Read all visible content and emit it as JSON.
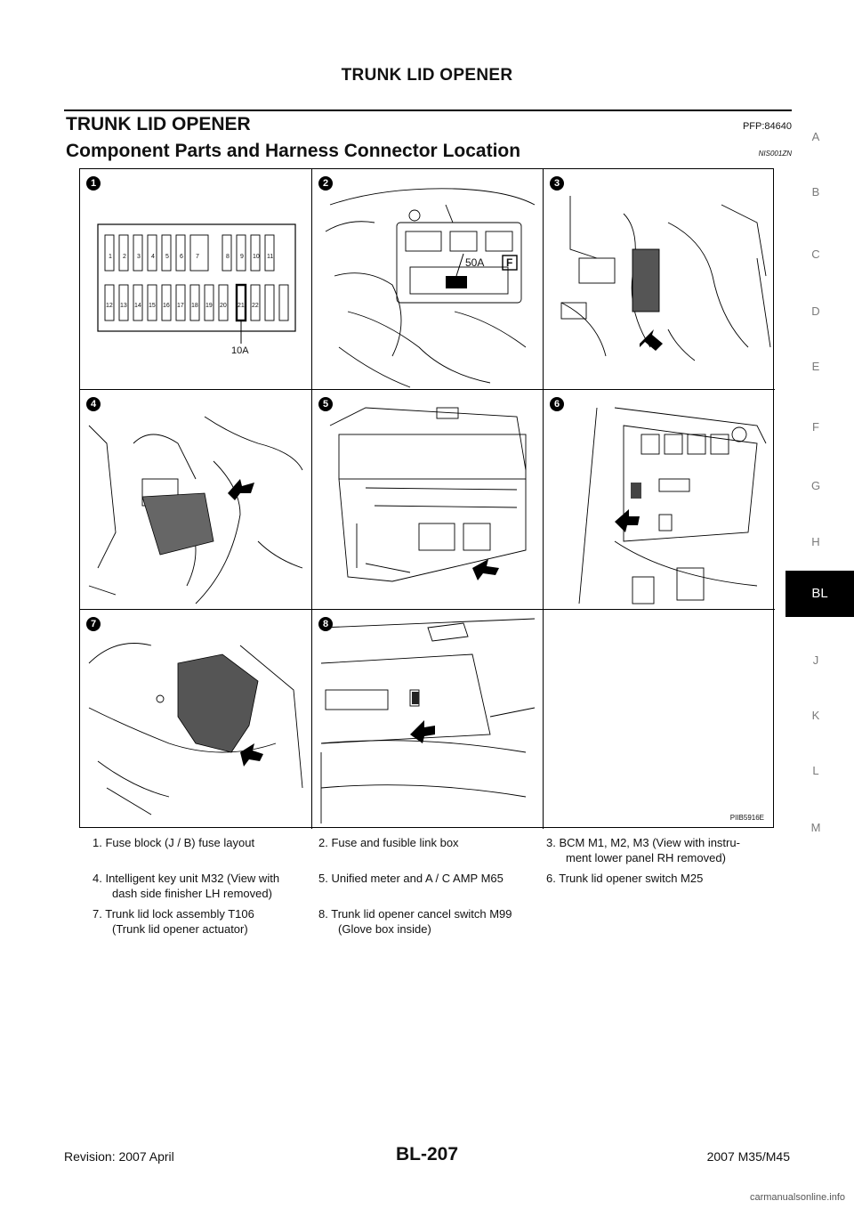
{
  "header": {
    "title": "TRUNK LID OPENER"
  },
  "section": {
    "title": "TRUNK LID OPENER",
    "code": "PFP:84640"
  },
  "subsection": {
    "title": "Component Parts and Harness Connector Location",
    "code": "NIS001ZN"
  },
  "sidebar": {
    "tabs": [
      "A",
      "B",
      "C",
      "D",
      "E",
      "F",
      "G",
      "H",
      "BL",
      "J",
      "K",
      "L",
      "M"
    ],
    "active": "BL"
  },
  "figure": {
    "id": "PIIB5916E",
    "badges": [
      "1",
      "2",
      "3",
      "4",
      "5",
      "6",
      "7",
      "8"
    ],
    "fuse_top_row": [
      "1",
      "2",
      "3",
      "4",
      "5",
      "6",
      "7",
      "8",
      "9",
      "10",
      "11"
    ],
    "fuse_bottom_row": [
      "12",
      "13",
      "14",
      "15",
      "16",
      "17",
      "18",
      "19",
      "20",
      "21",
      "22"
    ],
    "fuse_callout": "10A",
    "fusible_callout": "50A",
    "fusible_letter": "F"
  },
  "captions": [
    {
      "num": "1.",
      "text": "Fuse block (J / B) fuse layout"
    },
    {
      "num": "2.",
      "text": "Fuse and fusible link box"
    },
    {
      "num": "3.",
      "text": "BCM M1, M2, M3 (View with instru-",
      "text2": "ment lower panel RH removed)"
    },
    {
      "num": "4.",
      "text": "Intelligent key unit M32 (View with",
      "text2": "dash side finisher LH removed)"
    },
    {
      "num": "5.",
      "text": "Unified meter and A / C AMP M65"
    },
    {
      "num": "6.",
      "text": "Trunk lid opener switch M25"
    },
    {
      "num": "7.",
      "text": "Trunk lid lock assembly T106",
      "text2": "(Trunk lid opener actuator)"
    },
    {
      "num": "8.",
      "text": "Trunk lid opener cancel switch M99",
      "text2": "(Glove box inside)"
    }
  ],
  "footer": {
    "revision": "Revision: 2007 April",
    "page": "BL-207",
    "model": "2007 M35/M45"
  },
  "watermark": "carmanualsonline.info"
}
